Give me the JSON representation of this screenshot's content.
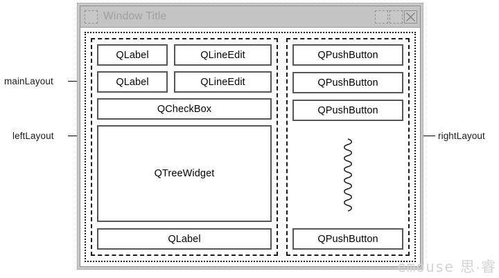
{
  "window": {
    "title": "Window Title",
    "icon": "window-menu-icon",
    "buttons": [
      {
        "name": "minimize",
        "glyph": ""
      },
      {
        "name": "maximize",
        "glyph": ""
      },
      {
        "name": "close",
        "glyph": "✕"
      }
    ]
  },
  "annotations": {
    "main": "mainLayout",
    "left": "leftLayout",
    "right": "rightLayout"
  },
  "left_layout": {
    "rows": [
      {
        "label": "QLabel",
        "field": "QLineEdit"
      },
      {
        "label": "QLabel",
        "field": "QLineEdit"
      }
    ],
    "checkbox": "QCheckBox",
    "tree": "QTreeWidget",
    "bottom_label": "QLabel"
  },
  "right_layout": {
    "buttons_top": [
      "QPushButton",
      "QPushButton",
      "QPushButton"
    ],
    "spacer": "spring-spacer-icon",
    "button_bottom": "QPushButton"
  },
  "watermark": {
    "word": "emouse",
    "cjk": "思·睿"
  },
  "colors": {
    "window_chrome": "#c6c6c6",
    "title_text": "#a0a0a0",
    "widget_border": "#565656",
    "layout_border": "#1a1a1a",
    "client_bg": "#ffffff",
    "watermark": "#d3d3d8"
  }
}
